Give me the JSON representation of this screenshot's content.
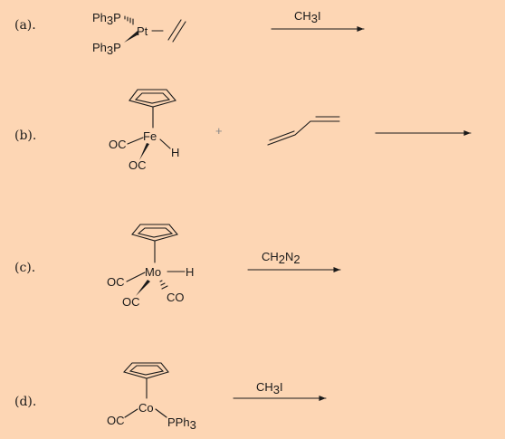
{
  "reactions": [
    {
      "label": "(a).",
      "complex": {
        "metal": "Pt",
        "ligands": [
          "Ph3P",
          "Ph3P"
        ],
        "ligand_alkene": "ethylene"
      },
      "reagent": "CH3I"
    },
    {
      "label": "(b).",
      "complex": {
        "metal": "Fe",
        "ligands": [
          "OC",
          "OC",
          "H"
        ],
        "ring": "cyclopentadienyl"
      },
      "plus": "+",
      "substrate": "butadiene",
      "reagent": ""
    },
    {
      "label": "(c).",
      "complex": {
        "metal": "Mo",
        "ligands": [
          "OC",
          "OC",
          "CO",
          "H"
        ],
        "ring": "cyclopentadienyl"
      },
      "reagent": "CH2N2"
    },
    {
      "label": "(d).",
      "complex": {
        "metal": "Co",
        "ligands": [
          "OC",
          "PPh3"
        ],
        "ring": "cyclopentadienyl"
      },
      "reagent": "CH3I"
    }
  ],
  "colors": {
    "background": "#fdd6b4",
    "ink": "#1a1a1a"
  }
}
